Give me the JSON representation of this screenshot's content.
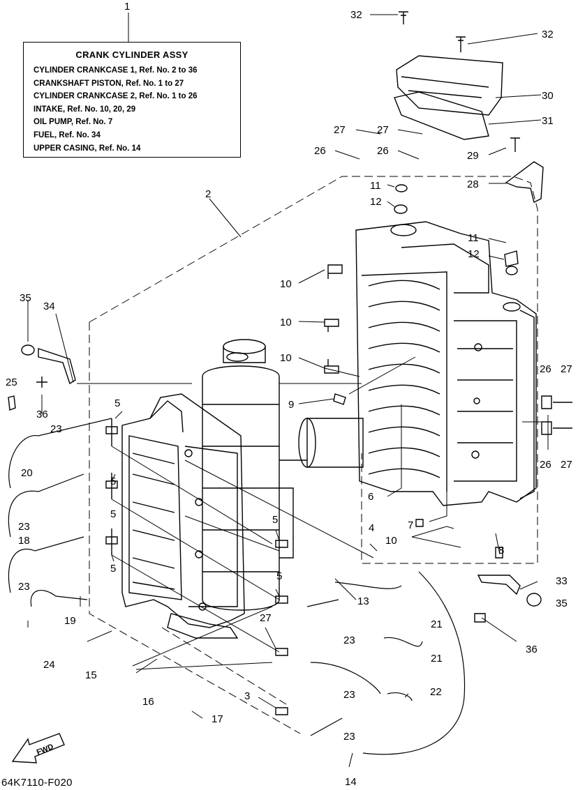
{
  "legend": {
    "title": "CRANK CYLINDER ASSY",
    "lines": [
      "CYLINDER CRANKCASE 1,  Ref. No. 2  to 36",
      "CRANKSHAFT PISTON,  Ref. No. 1  to  27",
      "CYLINDER CRANKCASE 2,  Ref. No. 1  to  26",
      "INTAKE,  Ref. No. 10, 20, 29",
      "OIL PUMP,  Ref. No. 7",
      "FUEL,  Ref. No. 34",
      "UPPER CASING,  Ref. No. 14"
    ]
  },
  "drawing_code": "64K7110-F020",
  "fwd_label": "FWD",
  "callouts": [
    "1",
    "32",
    "32",
    "30",
    "31",
    "27",
    "27",
    "26",
    "26",
    "29",
    "28",
    "11",
    "12",
    "2",
    "11",
    "12",
    "10",
    "10",
    "10",
    "35",
    "34",
    "25",
    "36",
    "5",
    "9",
    "26",
    "27",
    "26",
    "27",
    "23",
    "20",
    "23",
    "5",
    "18",
    "5",
    "6",
    "23",
    "5",
    "7",
    "10",
    "4",
    "8",
    "13",
    "5",
    "19",
    "33",
    "21",
    "35",
    "36",
    "23",
    "5",
    "24",
    "15",
    "21",
    "16",
    "23",
    "22",
    "3",
    "17",
    "23",
    "14"
  ]
}
